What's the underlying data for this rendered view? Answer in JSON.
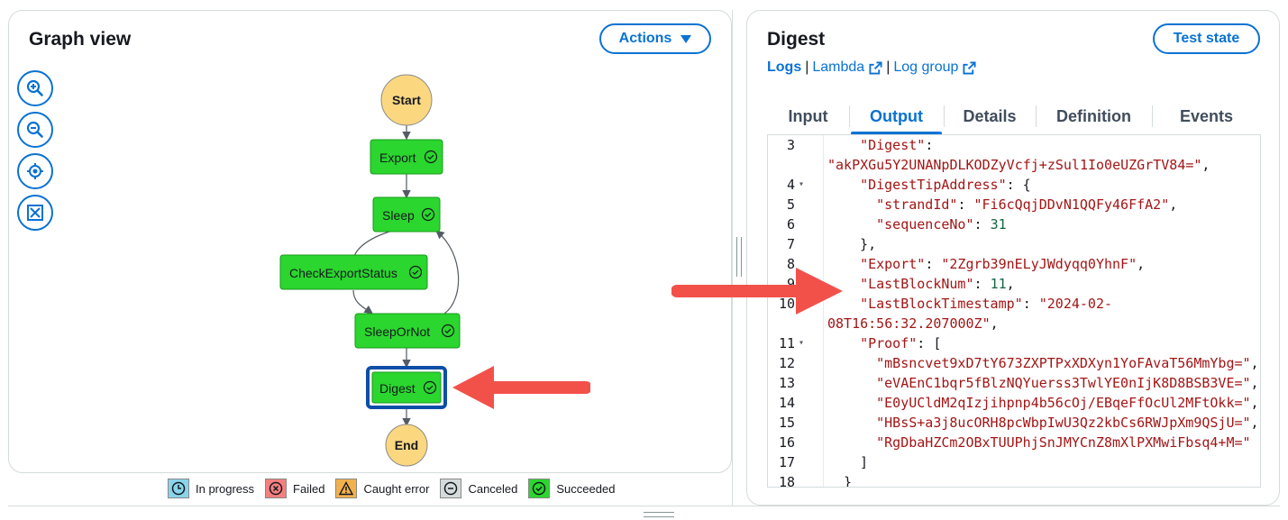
{
  "graph": {
    "title": "Graph view",
    "actions_label": "Actions",
    "states": {
      "start": "Start",
      "export": "Export",
      "sleep": "Sleep",
      "check": "CheckExportStatus",
      "sleepornot": "SleepOrNot",
      "digest": "Digest",
      "end": "End"
    },
    "zoom_controls": [
      "zoom-in-icon",
      "zoom-out-icon",
      "center-icon",
      "fit-icon"
    ],
    "legend": [
      {
        "label": "In progress",
        "color": "#89d4ea"
      },
      {
        "label": "Failed",
        "color": "#f47f7f"
      },
      {
        "label": "Caught error",
        "color": "#f2b14c"
      },
      {
        "label": "Canceled",
        "color": "#d5dbdb"
      },
      {
        "label": "Succeeded",
        "color": "#2bd62e"
      }
    ]
  },
  "detail": {
    "title": "Digest",
    "test_label": "Test state",
    "links": {
      "logs": "Logs",
      "lambda": "Lambda",
      "log_group": "Log group"
    },
    "tabs": [
      "Input",
      "Output",
      "Details",
      "Definition",
      "Events"
    ],
    "active_tab": "Output",
    "code": [
      {
        "ln": "3",
        "fold": false,
        "segments": [
          {
            "t": "  ",
            "c": ""
          },
          {
            "t": "\"Digest\"",
            "c": "key"
          },
          {
            "t": ":",
            "c": ""
          }
        ]
      },
      {
        "ln": "",
        "fold": false,
        "segments": [
          {
            "t": "\"akPXGu5Y2UNANpDLKODZyVcfj+zSul1Io0eUZGrTV84=\"",
            "c": "str"
          },
          {
            "t": ",",
            "c": ""
          }
        ]
      },
      {
        "ln": "4",
        "fold": true,
        "segments": [
          {
            "t": "  ",
            "c": ""
          },
          {
            "t": "\"DigestTipAddress\"",
            "c": "key"
          },
          {
            "t": ": {",
            "c": ""
          }
        ]
      },
      {
        "ln": "5",
        "fold": false,
        "segments": [
          {
            "t": "    ",
            "c": ""
          },
          {
            "t": "\"strandId\"",
            "c": "key"
          },
          {
            "t": ": ",
            "c": ""
          },
          {
            "t": "\"Fi6cQqjDDvN1QQFy46FfA2\"",
            "c": "str"
          },
          {
            "t": ",",
            "c": ""
          }
        ]
      },
      {
        "ln": "6",
        "fold": false,
        "segments": [
          {
            "t": "    ",
            "c": ""
          },
          {
            "t": "\"sequenceNo\"",
            "c": "key"
          },
          {
            "t": ": ",
            "c": ""
          },
          {
            "t": "31",
            "c": "num"
          }
        ]
      },
      {
        "ln": "7",
        "fold": false,
        "segments": [
          {
            "t": "  },",
            "c": ""
          }
        ]
      },
      {
        "ln": "8",
        "fold": false,
        "segments": [
          {
            "t": "  ",
            "c": ""
          },
          {
            "t": "\"Export\"",
            "c": "key"
          },
          {
            "t": ": ",
            "c": ""
          },
          {
            "t": "\"2Zgrb39nELyJWdyqq0YhnF\"",
            "c": "str"
          },
          {
            "t": ",",
            "c": ""
          }
        ]
      },
      {
        "ln": "9",
        "fold": false,
        "segments": [
          {
            "t": "  ",
            "c": ""
          },
          {
            "t": "\"LastBlockNum\"",
            "c": "key"
          },
          {
            "t": ": ",
            "c": ""
          },
          {
            "t": "11",
            "c": "num"
          },
          {
            "t": ",",
            "c": ""
          }
        ]
      },
      {
        "ln": "10",
        "fold": false,
        "segments": [
          {
            "t": "  ",
            "c": ""
          },
          {
            "t": "\"LastBlockTimestamp\"",
            "c": "key"
          },
          {
            "t": ": ",
            "c": ""
          },
          {
            "t": "\"2024-02-",
            "c": "str"
          }
        ]
      },
      {
        "ln": "",
        "fold": false,
        "segments": [
          {
            "t": "08T16:56:32.207000Z\"",
            "c": "str"
          },
          {
            "t": ",",
            "c": ""
          }
        ]
      },
      {
        "ln": "11",
        "fold": true,
        "segments": [
          {
            "t": "  ",
            "c": ""
          },
          {
            "t": "\"Proof\"",
            "c": "key"
          },
          {
            "t": ": [",
            "c": ""
          }
        ]
      },
      {
        "ln": "12",
        "fold": false,
        "segments": [
          {
            "t": "    ",
            "c": ""
          },
          {
            "t": "\"mBsncvet9xD7tY673ZXPTPxXDXyn1YoFAvaT56MmYbg=\"",
            "c": "str"
          },
          {
            "t": ",",
            "c": ""
          }
        ]
      },
      {
        "ln": "13",
        "fold": false,
        "segments": [
          {
            "t": "    ",
            "c": ""
          },
          {
            "t": "\"eVAEnC1bqr5fBlzNQYuerss3TwlYE0nIjK8D8BSB3VE=\"",
            "c": "str"
          },
          {
            "t": ",",
            "c": ""
          }
        ]
      },
      {
        "ln": "14",
        "fold": false,
        "segments": [
          {
            "t": "    ",
            "c": ""
          },
          {
            "t": "\"E0yUCldM2qIzjihpnp4b56cOj/EBqeFfOcUl2MFtOkk=\"",
            "c": "str"
          },
          {
            "t": ",",
            "c": ""
          }
        ]
      },
      {
        "ln": "15",
        "fold": false,
        "segments": [
          {
            "t": "    ",
            "c": ""
          },
          {
            "t": "\"HBsS+a3j8ucORH8pcWbpIwU3Qz2kbCs6RWJpXm9QSjU=\"",
            "c": "str"
          },
          {
            "t": ",",
            "c": ""
          }
        ]
      },
      {
        "ln": "16",
        "fold": false,
        "segments": [
          {
            "t": "    ",
            "c": ""
          },
          {
            "t": "\"RgDbaHZCm2OBxTUUPhjSnJMYCnZ8mXlPXMwiFbsq4+M=\"",
            "c": "str"
          }
        ]
      },
      {
        "ln": "17",
        "fold": false,
        "segments": [
          {
            "t": "  ]",
            "c": ""
          }
        ]
      },
      {
        "ln": "18",
        "fold": false,
        "segments": [
          {
            "t": "}",
            "c": ""
          }
        ]
      }
    ]
  },
  "colors": {
    "accent": "#0972d3",
    "succeeded": "#2bd62e",
    "terminal": "#fbd780",
    "annotation_arrow": "#f2514a"
  }
}
